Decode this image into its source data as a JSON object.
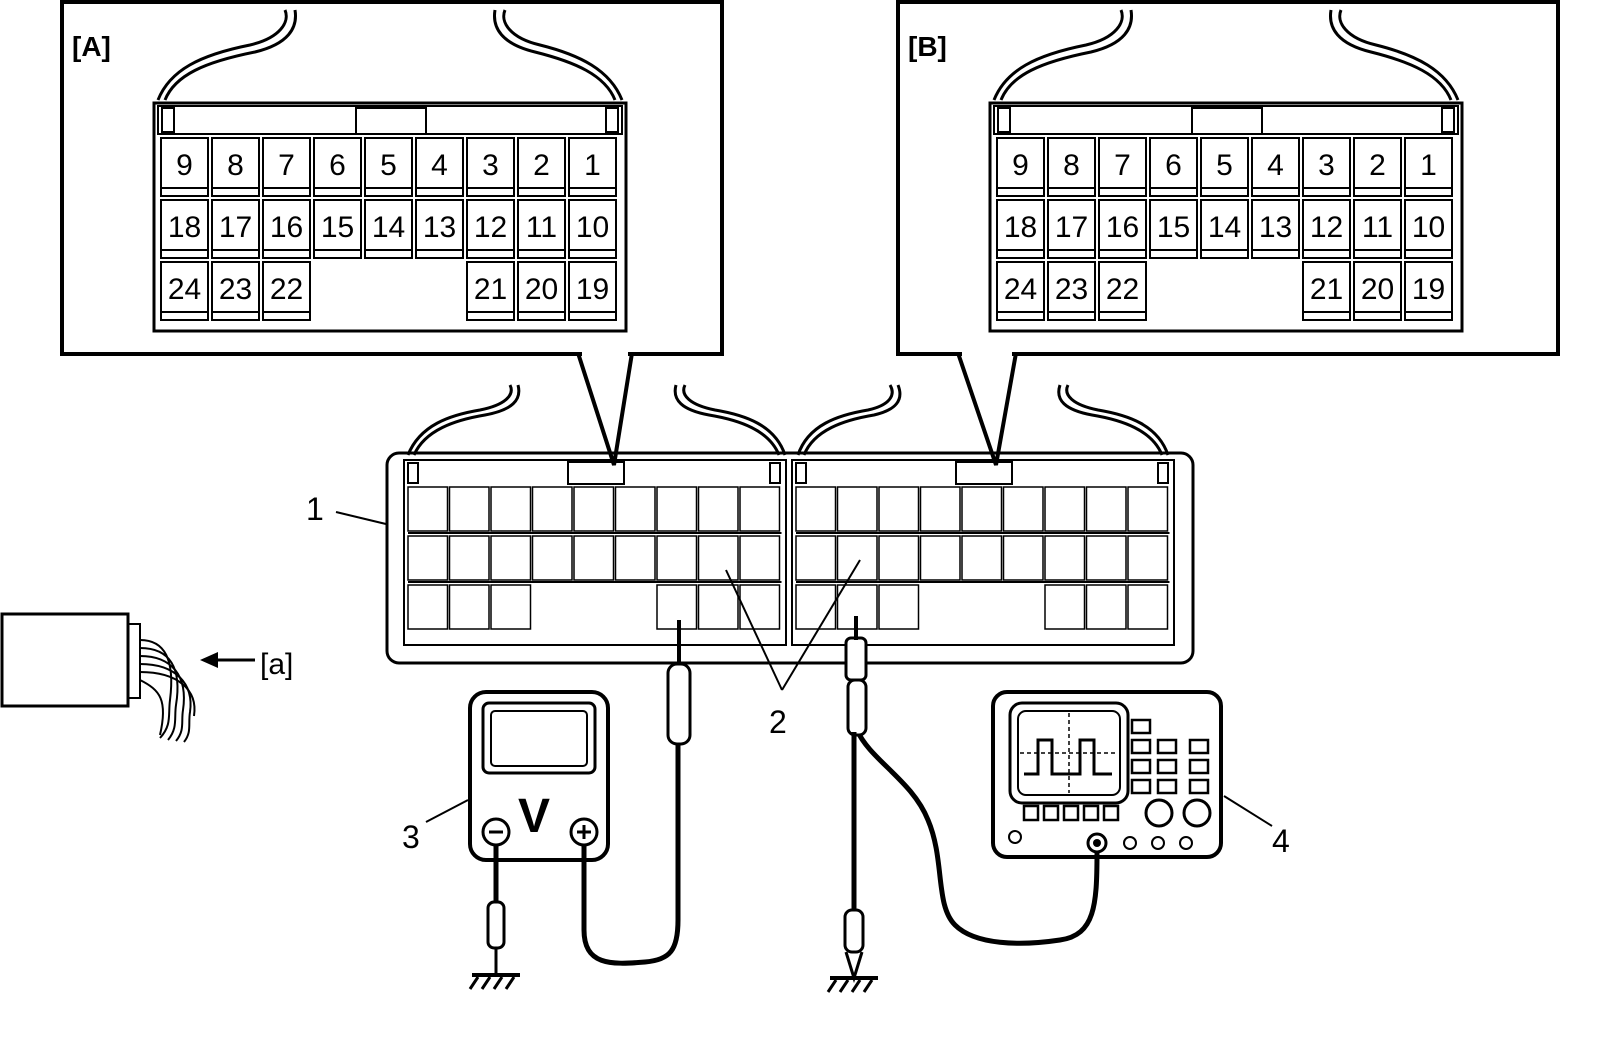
{
  "connector_pin_rows": [
    [
      "9",
      "8",
      "7",
      "6",
      "5",
      "4",
      "3",
      "2",
      "1"
    ],
    [
      "18",
      "17",
      "16",
      "15",
      "14",
      "13",
      "12",
      "11",
      "10"
    ],
    [
      "24",
      "23",
      "22",
      "",
      "",
      "",
      "21",
      "20",
      "19"
    ]
  ],
  "views": [
    {
      "label": "[A]"
    },
    {
      "label": "[B]"
    }
  ],
  "callouts": {
    "c1": "1",
    "c2": "2",
    "c3": "3",
    "c4": "4",
    "arrow_a": "[a]"
  },
  "voltmeter": {
    "symbol": "V",
    "minus": "⊖",
    "plus": "⊕"
  },
  "colors": {
    "line": "#000000",
    "background": "#ffffff"
  }
}
